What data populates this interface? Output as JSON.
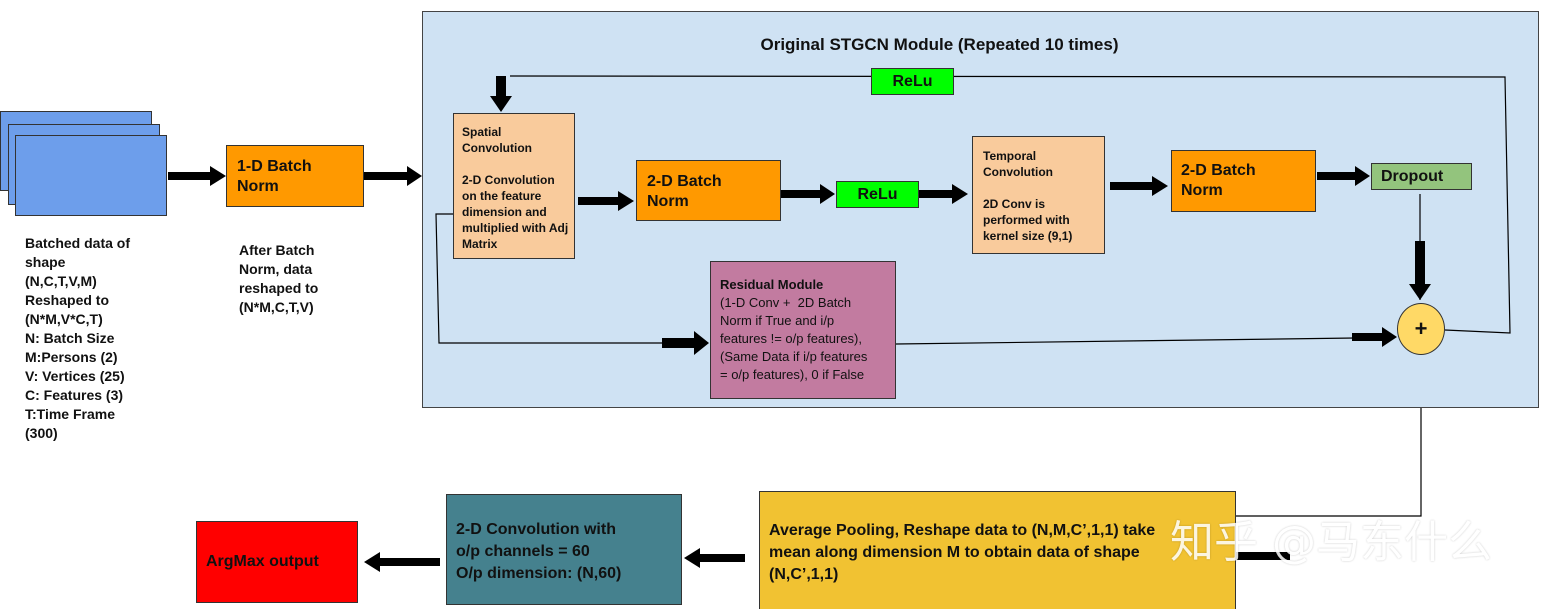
{
  "colors": {
    "module_bg": "#cfe2f3",
    "input_blue": "#6d9eeb",
    "orange": "#ff9900",
    "peach": "#f9cb9c",
    "green": "#00ff00",
    "dropout_green": "#93c47d",
    "pink": "#c27ba0",
    "yellow": "#f1c232",
    "teal": "#45818e",
    "red": "#ff0000"
  },
  "module": {
    "title": "Original STGCN Module (Repeated 10 times)"
  },
  "input": {
    "caption": "Batched data of\nshape\n(N,C,T,V,M)\nReshaped to\n(N*M,V*C,T)\nN: Batch Size\nM:Persons (2)\nV: Vertices (25)\nC: Features (3)\nT:Time Frame\n(300)"
  },
  "batchnorm_1d": {
    "label": "1-D Batch\nNorm",
    "caption": "After Batch\nNorm, data\nreshaped to\n(N*M,C,T,V)"
  },
  "spatial_conv": {
    "label": "Spatial\nConvolution\n\n2-D Convolution\non the feature\ndimension and\nmultiplied with Adj\nMatrix"
  },
  "batchnorm_2d_a": {
    "label": "2-D Batch\nNorm"
  },
  "relu_mid": {
    "label": "ReLu"
  },
  "relu_top": {
    "label": "ReLu"
  },
  "temporal_conv": {
    "label": "Temporal\nConvolution\n\n2D Conv is\nperformed with\nkernel size (9,1)"
  },
  "batchnorm_2d_b": {
    "label": "2-D Batch\nNorm"
  },
  "dropout": {
    "label": "Dropout"
  },
  "residual": {
    "title": "Residual Module",
    "body": "(1-D Conv +  2D Batch\nNorm if True and i/p\nfeatures != o/p features),\n(Same Data if i/p features\n= o/p features), 0 if False"
  },
  "sum_node": {
    "label": "+"
  },
  "avg_pool": {
    "label": "Average Pooling, Reshape data to (N,M,C’,1,1) take\nmean along dimension M to obtain data of shape\n(N,C’,1,1)"
  },
  "conv_out": {
    "label": "2-D Convolution with\no/p channels = 60\nO/p dimension: (N,60)"
  },
  "argmax": {
    "label": "ArgMax output"
  },
  "watermark": {
    "text": "知乎 @马东什么"
  }
}
